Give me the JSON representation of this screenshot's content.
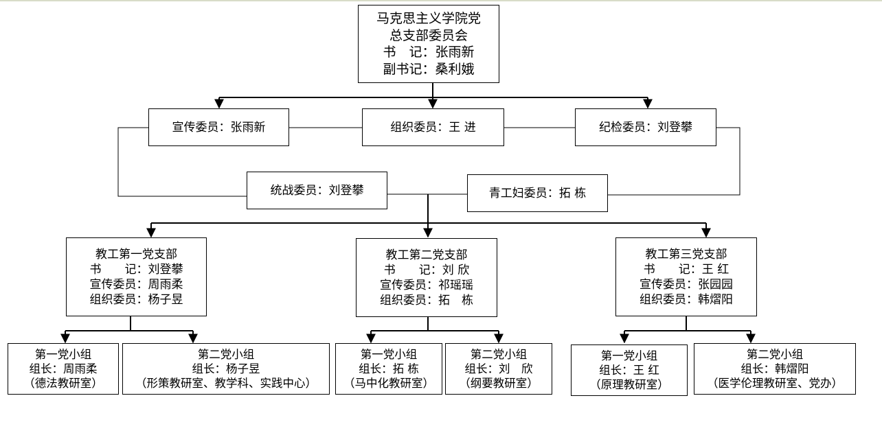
{
  "root": {
    "title1": "马克思主义学院党",
    "title2": "总支部委员会",
    "secretary": "书　记：张雨新",
    "deputy": "副书记：桑利娥"
  },
  "committee": {
    "propaganda": "宣传委员：张雨新",
    "organization": "组织委员：王 进",
    "discipline": "纪检委员：刘登攀",
    "united_front": "统战委员：刘登攀",
    "youth_women": "青工妇委员：拓 栋"
  },
  "branches": [
    {
      "name": "教工第一党支部",
      "secretary": "书　　记：刘登攀",
      "propaganda": "宣传委员：周雨柔",
      "organization": "组织委员：杨子昱",
      "groups": [
        {
          "name": "第一党小组",
          "leader": "组长：周雨柔",
          "dept": "（德法教研室）"
        },
        {
          "name": "第二党小组",
          "leader": "组长：杨子昱",
          "dept": "（形策教研室、教学科、实践中心）"
        }
      ]
    },
    {
      "name": "教工第二党支部",
      "secretary": "书　　记：刘 欣",
      "propaganda": "宣传委员：祁瑶瑶",
      "organization": "组织委员：拓　栋",
      "groups": [
        {
          "name": "第一党小组",
          "leader": "组长：拓 栋",
          "dept": "（马中化教研室）"
        },
        {
          "name": "第二党小组",
          "leader": "组长：刘　欣",
          "dept": "（纲要教研室）"
        }
      ]
    },
    {
      "name": "教工第三党支部",
      "secretary": "书　　记：王 红",
      "propaganda": "宣传委员：张园园",
      "organization": "组织委员：韩熠阳",
      "groups": [
        {
          "name": "第一党小组",
          "leader": "组长：王 红",
          "dept": "（原理教研室）"
        },
        {
          "name": "第二党小组",
          "leader": "组长：韩熠阳",
          "dept": "（医学伦理教研室、党办）"
        }
      ]
    }
  ]
}
